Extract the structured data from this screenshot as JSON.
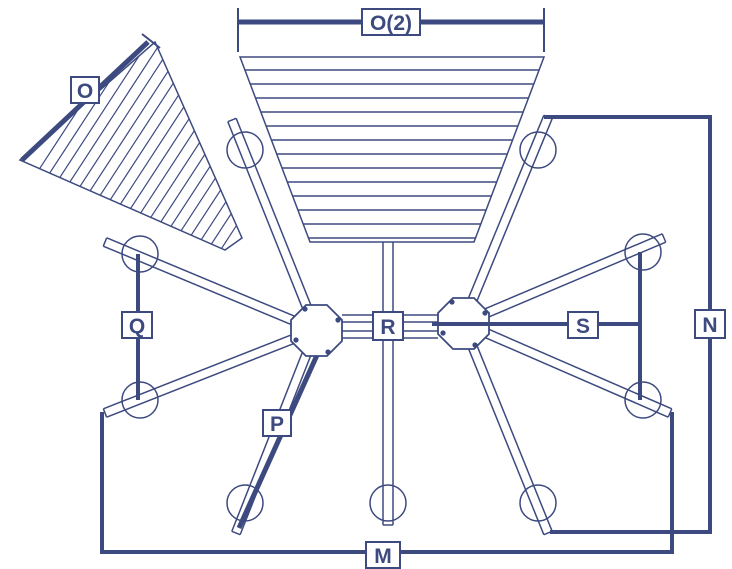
{
  "colors": {
    "line": "#3d4a80",
    "background": "#ffffff"
  },
  "labels": {
    "O": "O",
    "O2": "O(2)",
    "Q": "Q",
    "P": "P",
    "R": "R",
    "S": "S",
    "N": "N",
    "M": "M"
  }
}
